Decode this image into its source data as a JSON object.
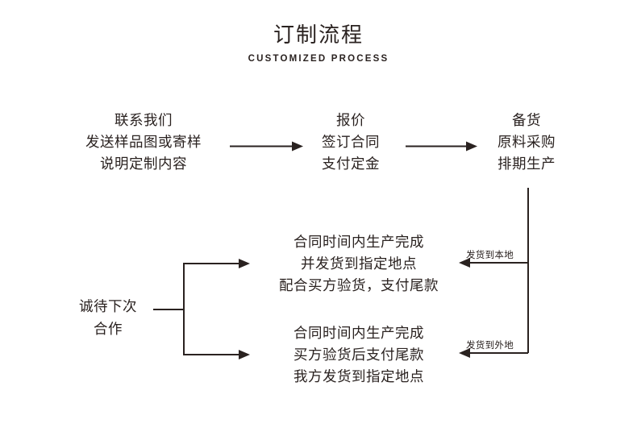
{
  "header": {
    "title_cn": "订制流程",
    "title_en": "CUSTOMIZED PROCESS"
  },
  "colors": {
    "background": "#ffffff",
    "ink": "#2a2220",
    "connector": "#2a2220"
  },
  "flow": {
    "nodes": [
      {
        "id": "contact",
        "lines": [
          "联系我们",
          "发送样品图或寄样",
          "说明定制内容"
        ]
      },
      {
        "id": "quote",
        "lines": [
          "报价",
          "签订合同",
          "支付定金"
        ]
      },
      {
        "id": "stock",
        "lines": [
          "备货",
          "原料采购",
          "排期生产"
        ]
      },
      {
        "id": "local",
        "lines": [
          "合同时间内生产完成",
          "并发货到指定地点",
          "配合买方验货，支付尾款"
        ]
      },
      {
        "id": "remote",
        "lines": [
          "合同时间内生产完成",
          "买方验货后支付尾款",
          "我方发货到指定地点"
        ]
      },
      {
        "id": "closing",
        "lines": [
          "诚待下次",
          "合作"
        ]
      }
    ],
    "edge_labels": [
      {
        "id": "local",
        "text": "发货到本地"
      },
      {
        "id": "remote",
        "text": "发货到外地"
      }
    ]
  }
}
